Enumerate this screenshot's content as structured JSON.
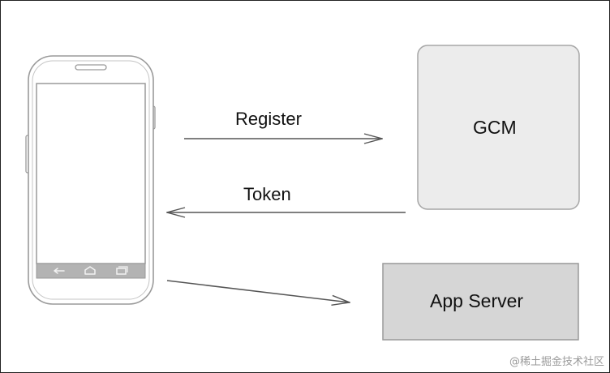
{
  "nodes": {
    "gcm": {
      "label": "GCM"
    },
    "app_server": {
      "label": "App Server"
    }
  },
  "edges": {
    "register": {
      "label": "Register"
    },
    "token": {
      "label": "Token"
    }
  },
  "watermark": "@稀土掘金技术社区",
  "colors": {
    "line": "#555555",
    "gcm_fill": "#ececec",
    "gcm_stroke": "#a6a6a6",
    "app_server_fill": "#d6d6d6",
    "app_server_stroke": "#999999",
    "phone_stroke": "#9a9a9a",
    "phone_navbar": "#b3b3b3"
  },
  "icons": [
    "phone-icon",
    "back-icon",
    "home-icon",
    "recent-apps-icon"
  ]
}
